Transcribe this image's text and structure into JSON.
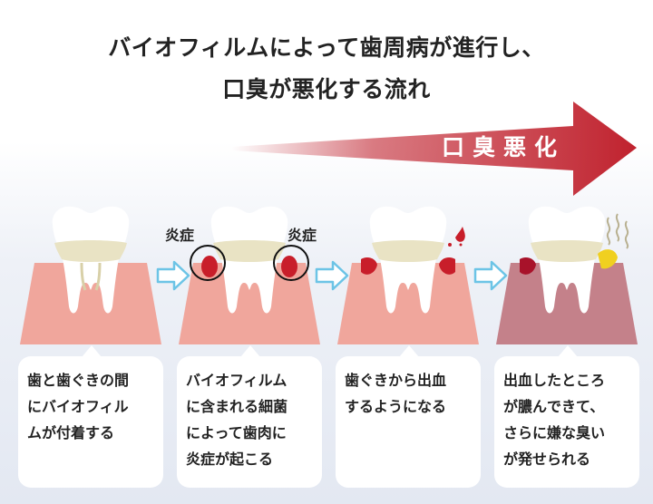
{
  "title": {
    "line1": "バイオフィルムによって歯周病が進行し、",
    "line2": "口臭が悪化する流れ"
  },
  "progress_arrow": {
    "label": "口臭悪化",
    "color": "#c0222e"
  },
  "inflammation_label": "炎症",
  "stages": [
    {
      "id": "stage-1",
      "description_lines": [
        "歯と歯ぐきの間",
        "にバイオフィル",
        "ムが付着する"
      ]
    },
    {
      "id": "stage-2",
      "description_lines": [
        "バイオフィルム",
        "に含まれる細菌",
        "によって歯肉に",
        "炎症が起こる"
      ]
    },
    {
      "id": "stage-3",
      "description_lines": [
        "歯ぐきから出血",
        "するようになる"
      ]
    },
    {
      "id": "stage-4",
      "description_lines": [
        "出血したところ",
        "が膿んできて、",
        "さらに嫌な臭い",
        "が発せられる"
      ]
    }
  ],
  "colors": {
    "gum_healthy": "#f0a69c",
    "gum_diseased": "#c4818a",
    "tooth": "#ffffff",
    "biofilm": "#e9e3c4",
    "blood": "#c81e2a",
    "pus": "#f0d020",
    "flow_arrow": "#6cc4e6"
  }
}
